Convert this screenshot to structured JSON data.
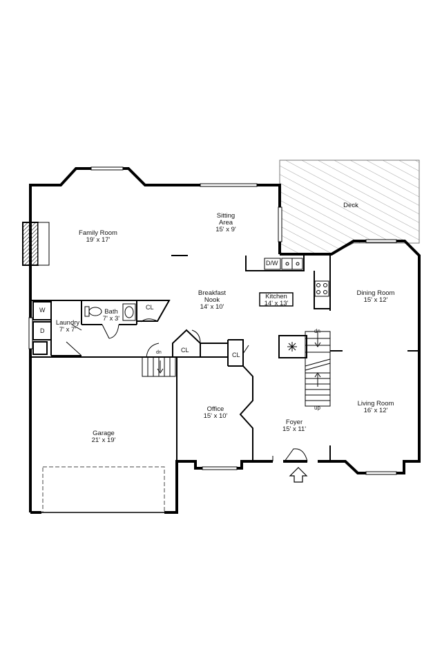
{
  "rooms": {
    "family": {
      "name": "Family Room",
      "size": "19' x 17'"
    },
    "sitting": {
      "name": "Sitting",
      "name2": "Area",
      "size": "15' x 9'"
    },
    "deck": {
      "name": "Deck"
    },
    "breakfast": {
      "name": "Breakfast",
      "name2": "Nook",
      "size": "14' x 10'"
    },
    "kitchen": {
      "name": "Kitchen",
      "size": "14' x 13'"
    },
    "dining": {
      "name": "Dining Room",
      "size": "15' x 12'"
    },
    "bath": {
      "name": "Bath",
      "size": "7' x 3'"
    },
    "laundry": {
      "name": "Laundry",
      "size": "7' x 7'"
    },
    "living": {
      "name": "Living Room",
      "size": "16' x 12'"
    },
    "office": {
      "name": "Office",
      "size": "15' x 10'"
    },
    "foyer": {
      "name": "Foyer",
      "size": "15' x 11'"
    },
    "garage": {
      "name": "Garage",
      "size": "21' x 19'"
    }
  },
  "fixtures": {
    "closet": "CL",
    "dishwasher": "D/W",
    "washer": "W",
    "dryer": "D",
    "stairs_down": "dn",
    "stairs_up": "up"
  }
}
